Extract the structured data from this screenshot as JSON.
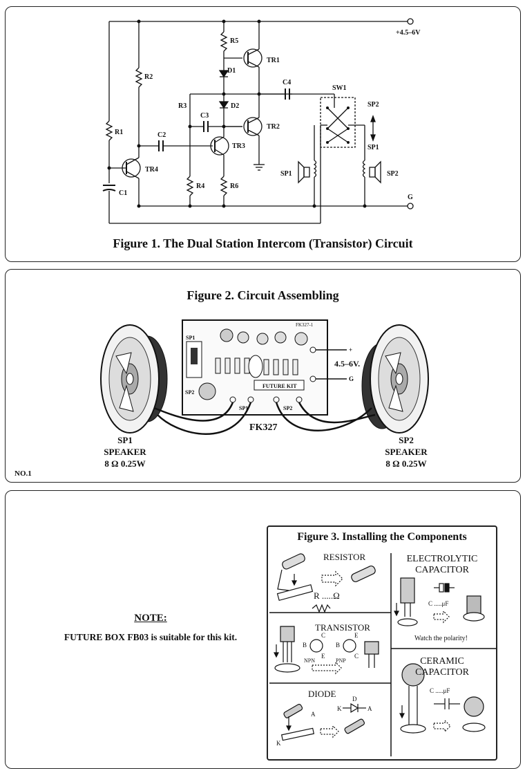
{
  "figure1": {
    "caption": "Figure 1. The Dual Station Intercom (Transistor) Circuit",
    "supply_label": "+4.5–6V",
    "ground_label": "G",
    "switch_label": "SW1",
    "components": {
      "r1": "R1",
      "r2": "R2",
      "r3": "R3",
      "r4": "R4",
      "r5": "R5",
      "r6": "R6",
      "c1": "C1",
      "c2": "C2",
      "c3": "C3",
      "c4": "C4",
      "d1": "D1",
      "d2": "D2",
      "tr1": "TR1",
      "tr2": "TR2",
      "tr3": "TR3",
      "tr4": "TR4",
      "sp1": "SP1",
      "sp2": "SP2"
    }
  },
  "figure2": {
    "caption": "Figure 2. Circuit Assembling",
    "board_name": "FK327",
    "board_code": "FK327-1",
    "brand_text": "FUTURE KIT",
    "power_label": "4.5–6V.",
    "plus_label": "+",
    "ground_label": "G",
    "pad_sp1": "SP1",
    "pad_sp2": "SP2",
    "sp1_pcb": "SP1",
    "sp2_pcb": "SP2",
    "speaker_left": {
      "id": "SP1",
      "type": "SPEAKER",
      "rating": "8 Ω  0.25W"
    },
    "speaker_right": {
      "id": "SP2",
      "type": "SPEAKER",
      "rating": "8 Ω  0.25W"
    },
    "page_number": "NO.1"
  },
  "note": {
    "title": "NOTE:",
    "text": "FUTURE BOX FB03 is suitable for this kit."
  },
  "figure3": {
    "caption": "Figure 3. Installing the Components",
    "resistor": {
      "title": "RESISTOR",
      "formula": "R .....Ω"
    },
    "electrolytic": {
      "title_line1": "ELECTROLYTIC",
      "title_line2": "CAPACITOR",
      "value": "C .....μF",
      "polarity_note": "Watch the polarity!"
    },
    "transistor": {
      "title": "TRANSISTOR",
      "npn": "NPN",
      "pnp": "PNP",
      "b": "B",
      "c": "C",
      "e": "E"
    },
    "ceramic": {
      "title_line1": "CERAMIC",
      "title_line2": "CAPACITOR",
      "value": "C .....μF"
    },
    "diode": {
      "title": "DIODE",
      "k": "K",
      "a": "A",
      "d": "D"
    }
  }
}
